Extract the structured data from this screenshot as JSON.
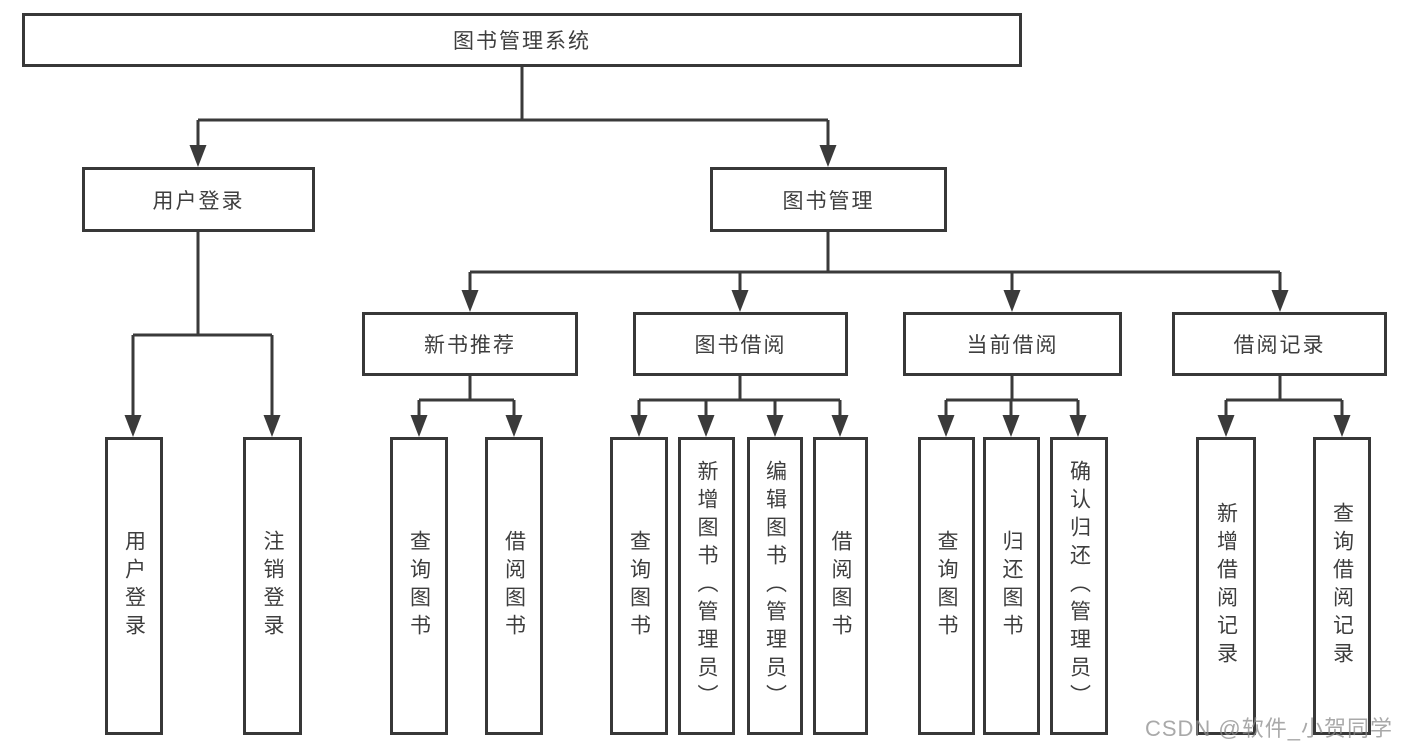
{
  "diagram": {
    "type": "tree",
    "root": {
      "label": "图书管理系统"
    },
    "level2": {
      "user_login": {
        "label": "用户登录"
      },
      "book_mgmt": {
        "label": "图书管理"
      }
    },
    "level3": {
      "new_books": {
        "label": "新书推荐"
      },
      "book_borrow": {
        "label": "图书借阅"
      },
      "current_borrow": {
        "label": "当前借阅"
      },
      "borrow_records": {
        "label": "借阅记录"
      }
    },
    "leaves": {
      "user_login": {
        "login": "用户登录",
        "logout": "注销登录"
      },
      "new_books": {
        "query": "查询图书",
        "borrow": "借阅图书"
      },
      "book_borrow": {
        "query": "查询图书",
        "add": "新增图书（管理员）",
        "edit": "编辑图书（管理员）",
        "borrow": "借阅图书"
      },
      "current_borrow": {
        "query": "查询图书",
        "return": "归还图书",
        "confirm": "确认归还（管理员）"
      },
      "borrow_records": {
        "add": "新增借阅记录",
        "query": "查询借阅记录"
      }
    }
  },
  "watermark": "CSDN @软件_小贺同学",
  "colors": {
    "line": "#3a3a3a",
    "box_border": "#383838",
    "text": "#3e3e3e",
    "background": "#ffffff",
    "watermark": "#8c8c8c"
  }
}
